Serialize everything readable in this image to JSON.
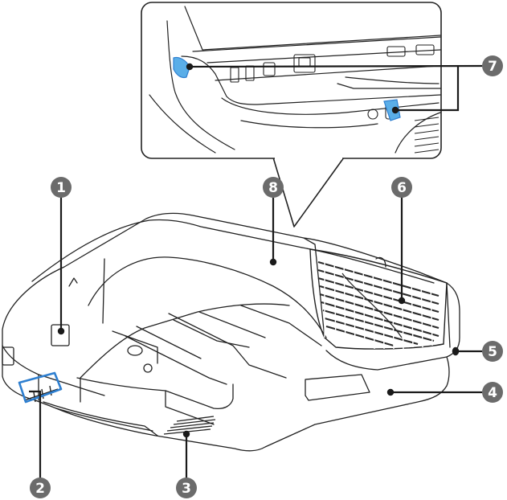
{
  "callouts": [
    {
      "number": "1"
    },
    {
      "number": "2"
    },
    {
      "number": "3"
    },
    {
      "number": "4"
    },
    {
      "number": "5"
    },
    {
      "number": "6"
    },
    {
      "number": "7"
    },
    {
      "number": "8"
    }
  ],
  "colors": {
    "line": "#222222",
    "callout_fill": "#6b6b6b",
    "leader": "#1a1a1a",
    "highlight": "#2e7fd0",
    "highlight_dot": "#5aaee8"
  }
}
